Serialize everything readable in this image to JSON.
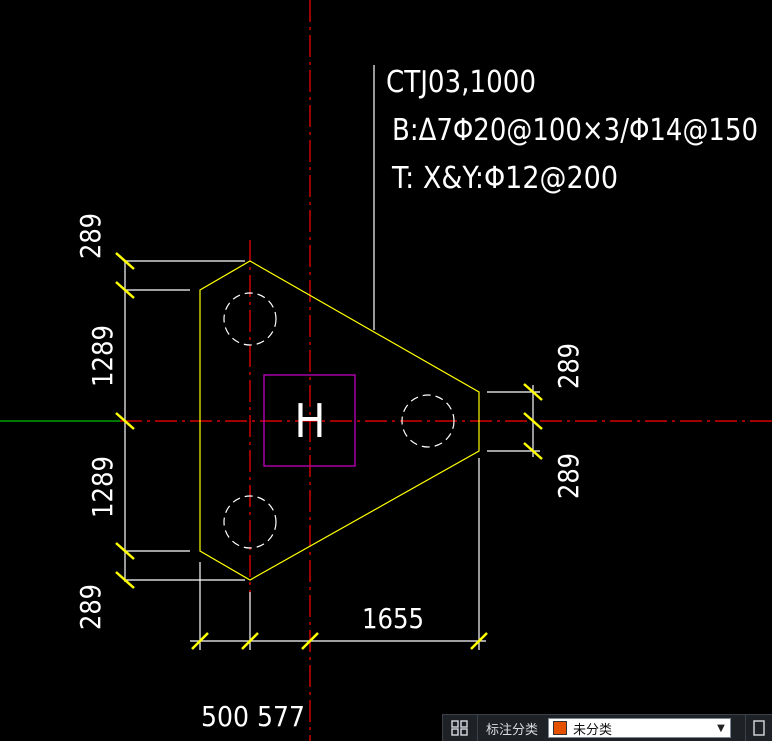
{
  "annotation": {
    "line1": "CTJ03,1000",
    "line2": "B:Δ7Φ20@100×3/Φ14@150",
    "line3": "T:  X&Y:Φ12@200"
  },
  "dimensions": {
    "left_top_small": "289",
    "left_upper": "1289",
    "left_lower": "1289",
    "left_bottom_small": "289",
    "right_upper": "289",
    "right_lower": "289",
    "bottom_width": "1655",
    "bottom_left": "500 577"
  },
  "column_mark": "H",
  "toolbar": {
    "label": "标注分类",
    "select_value": "未分类"
  },
  "colors": {
    "outline": "#ffff00",
    "axis": "#ff0000",
    "green_axis": "#00c000",
    "column": "#c000c0",
    "dimension": "#ffffff",
    "tick": "#ffff00",
    "swatch": "#e65100"
  }
}
